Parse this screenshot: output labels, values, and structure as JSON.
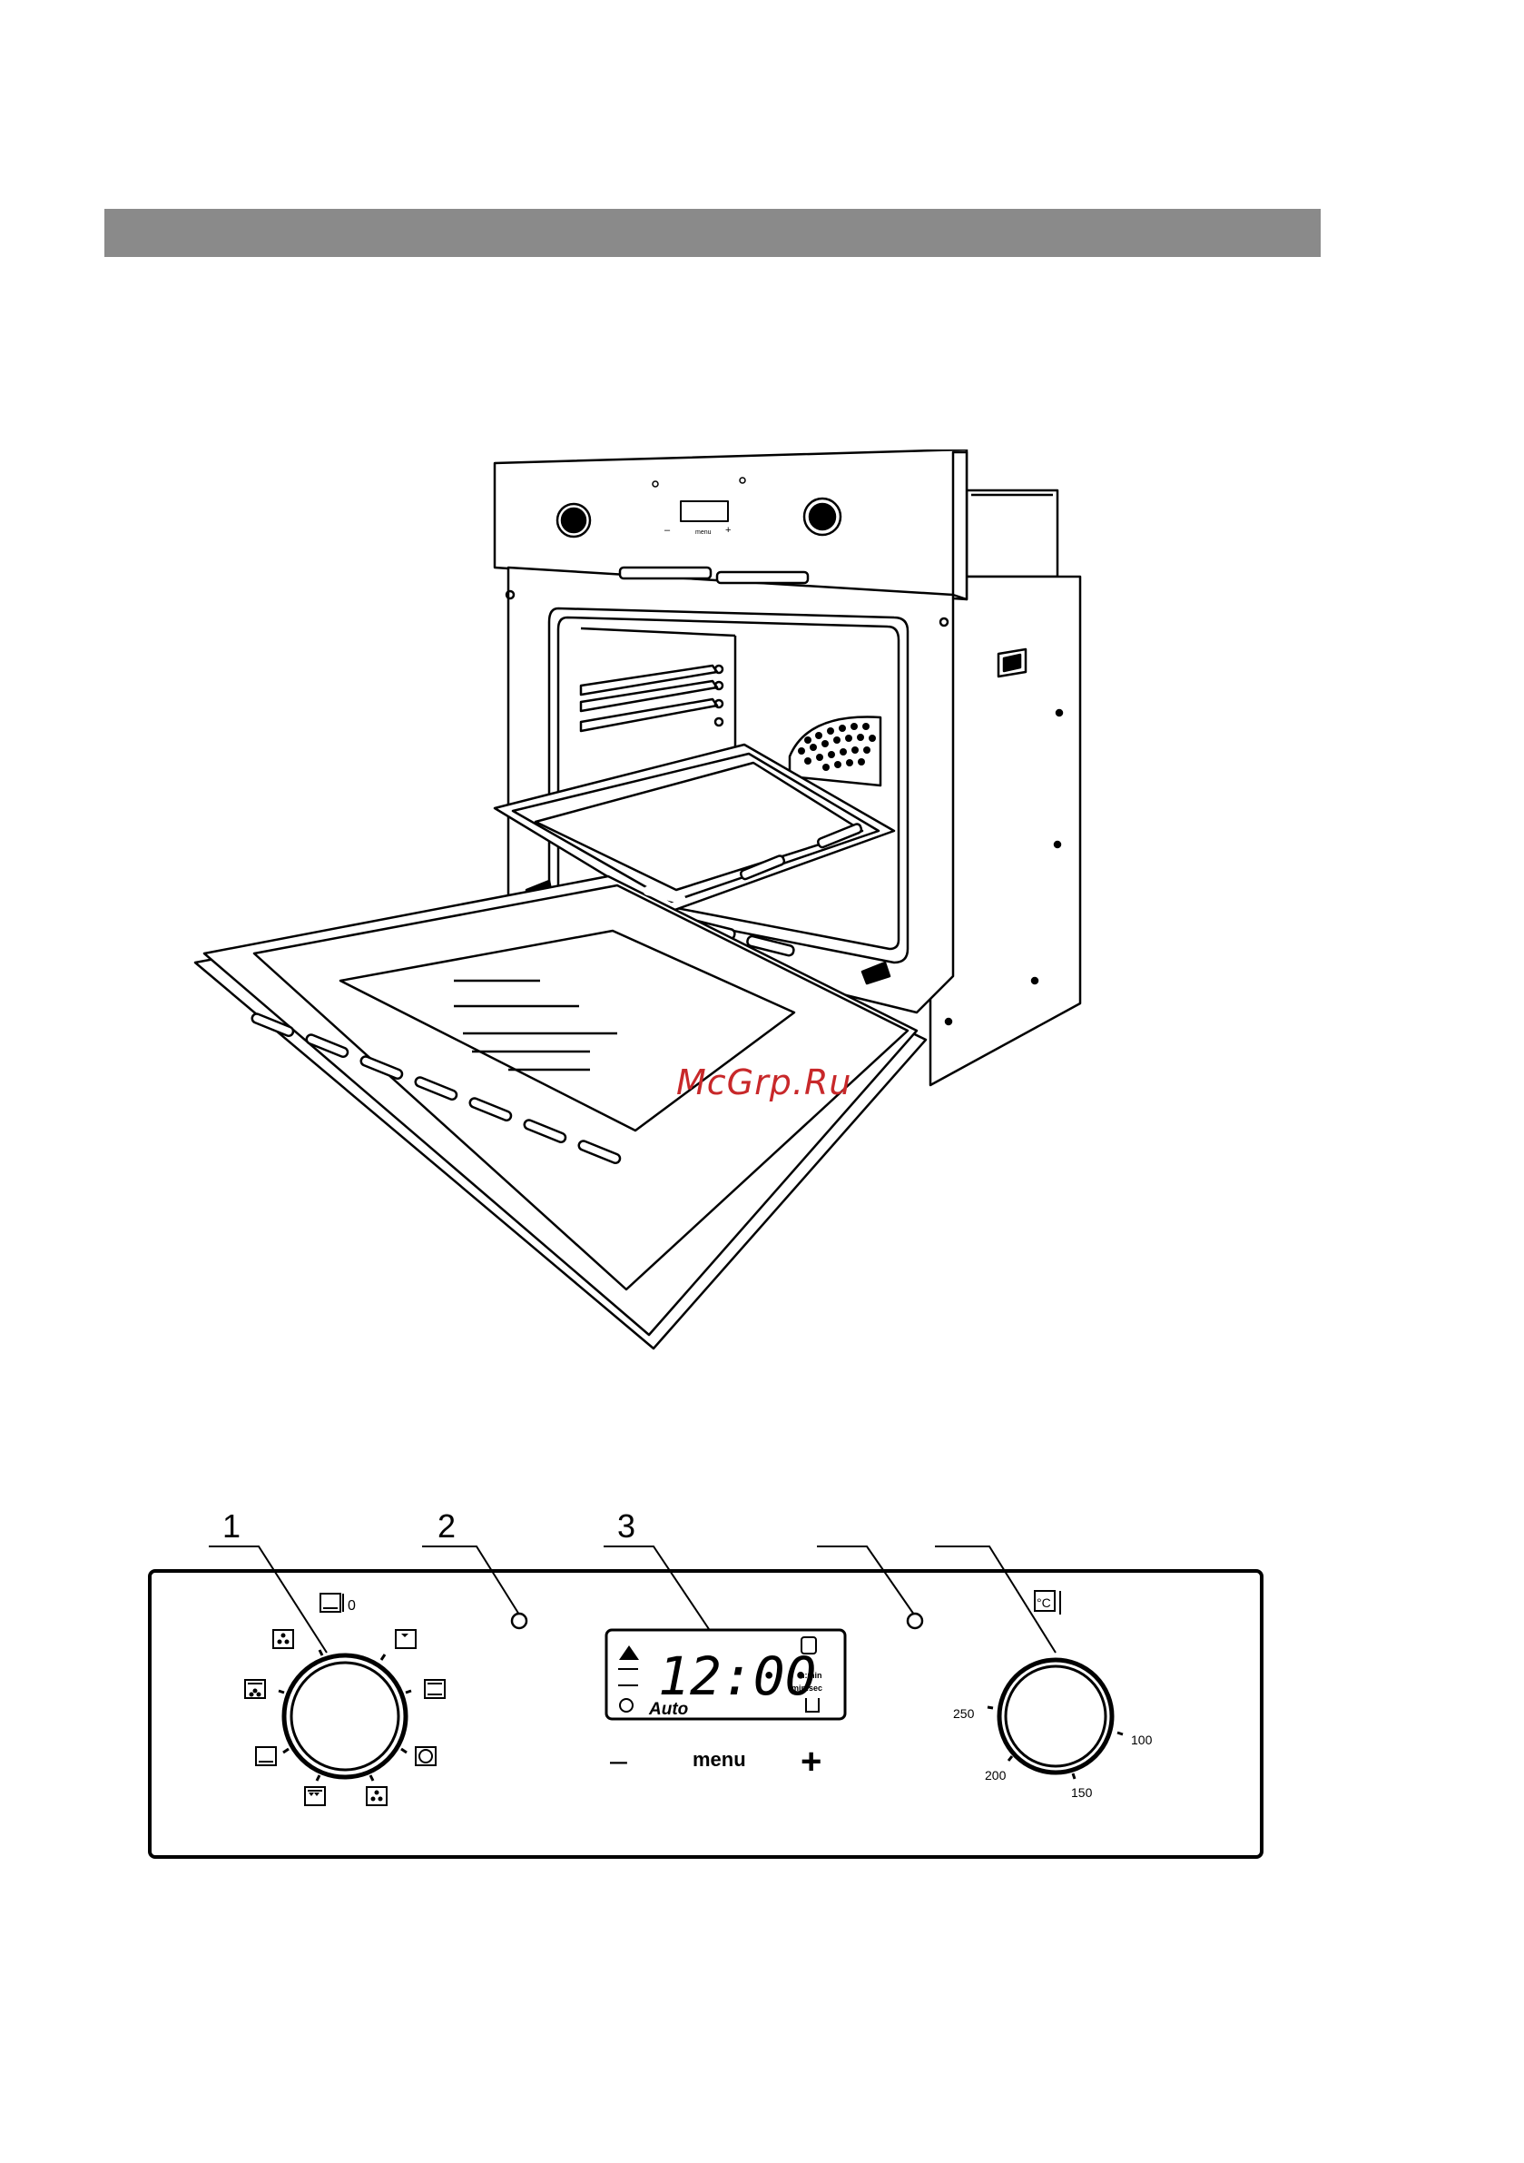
{
  "watermark": "McGrp.Ru",
  "oven_illustration": {
    "display_labels": {
      "minus": "–",
      "menu": "menu",
      "plus": "+"
    }
  },
  "control_panel": {
    "callouts": [
      "1",
      "2",
      "3"
    ],
    "function_knob": {
      "off_label": "0"
    },
    "display": {
      "time": "12:00",
      "mode": "Auto",
      "unit_hmin": "h:min",
      "unit_minsec": "min:sec"
    },
    "buttons": {
      "minus": "–",
      "menu": "menu",
      "plus": "+"
    },
    "temperature_knob": {
      "unit_symbol": "°C",
      "scale": [
        "250",
        "200",
        "150",
        "100"
      ]
    }
  }
}
